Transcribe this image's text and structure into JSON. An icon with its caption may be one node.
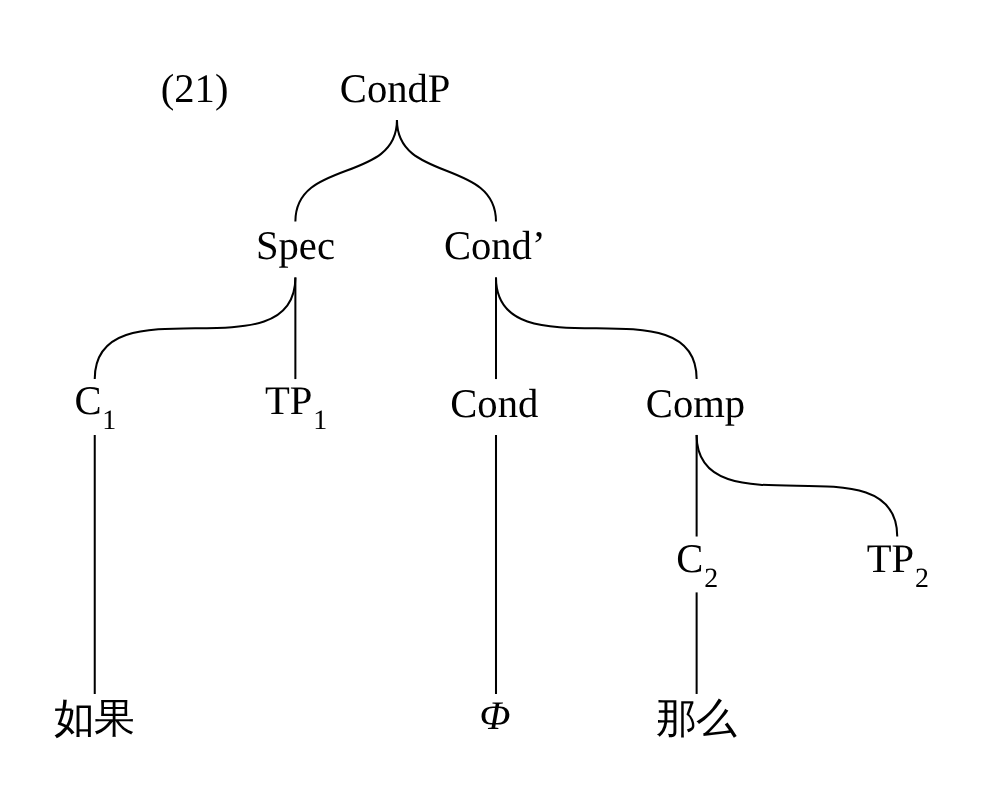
{
  "diagram": {
    "nodes": [
      {
        "text": [
          "CondP"
        ]
      },
      {
        "text": [
          "Spec"
        ]
      },
      {
        "text": [
          "Cond’"
        ]
      },
      {
        "text": [
          "C$_{1}$"
        ]
      },
      {
        "text": [
          "TP$_{1}$"
        ]
      },
      {
        "text": [
          "Cond"
        ]
      },
      {
        "text": [
          "Comp"
        ]
      },
      {
        "text": [
          "C$_{2}$"
        ]
      },
      {
        "text": [
          "TP$_{2}$"
        ]
      },
      {
        "text": [
          "如果"
        ]
      },
      {
        "text": [
          "Φ"
        ]
      },
      {
        "text": [
          "那么"
        ]
      }
    ],
    "edges": [
      {
        "from": 0,
        "to": 1,
        "arrow": "none"
      },
      {
        "from": 0,
        "to": 2,
        "arrow": "none"
      },
      {
        "from": 1,
        "to": 3,
        "arrow": "none"
      },
      {
        "from": 1,
        "to": 4,
        "arrow": "none"
      },
      {
        "from": 2,
        "to": 5,
        "arrow": "none"
      },
      {
        "from": 2,
        "to": 6,
        "arrow": "none"
      },
      {
        "from": 3,
        "to": 9,
        "arrow": "none"
      },
      {
        "from": 5,
        "to": 10,
        "arrow": "none"
      },
      {
        "from": 6,
        "to": 7,
        "arrow": "none"
      },
      {
        "from": 6,
        "to": 8,
        "arrow": "none"
      },
      {
        "from": 7,
        "to": 11,
        "arrow": "none"
      }
    ],
    "labels": [
      "(21)"
    ]
  }
}
